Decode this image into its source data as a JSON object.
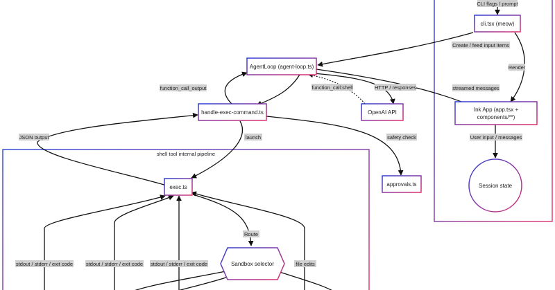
{
  "colors": {
    "gradient_start": "#2b3fd6",
    "gradient_end": "#e0306f",
    "label_bg": "#cfcfcf",
    "edge": "#111111"
  },
  "clusters": {
    "pipeline": {
      "label": "shell tool internal pipeline"
    },
    "ui": {
      "label": ""
    }
  },
  "nodes": {
    "cli": "cli.tsx (meow)",
    "agent_loop": "AgentLoop (agent-loop.ts)",
    "handle_exec": "handle-exec-command.ts",
    "openai_api": "OpenAI API",
    "ink_app_line1": "Ink App (app.tsx +",
    "ink_app_line2": "components/**)",
    "session_state": "Session state",
    "approvals": "approvals.ts",
    "exec": "exec.ts",
    "sandbox_selector": "Sandbox selector"
  },
  "edge_labels": {
    "cli_flags": "CLI flags / prompt",
    "create_feed": "Create / feed input items",
    "render": "Render",
    "function_call_output": "function_call_output",
    "function_call_shell": "function_call:shell",
    "http": "HTTP / responses",
    "streamed": "streamed messages",
    "json_output": "JSON output",
    "launch": "launch",
    "safety_check": "safety check",
    "user_input": "User input / messages",
    "route": "Route",
    "stdout1": "stdout / stderr / exit code",
    "stdout2": "stdout / stderr / exit code",
    "stdout3": "stdout / stderr / exit code",
    "file_edits": "file edits"
  }
}
